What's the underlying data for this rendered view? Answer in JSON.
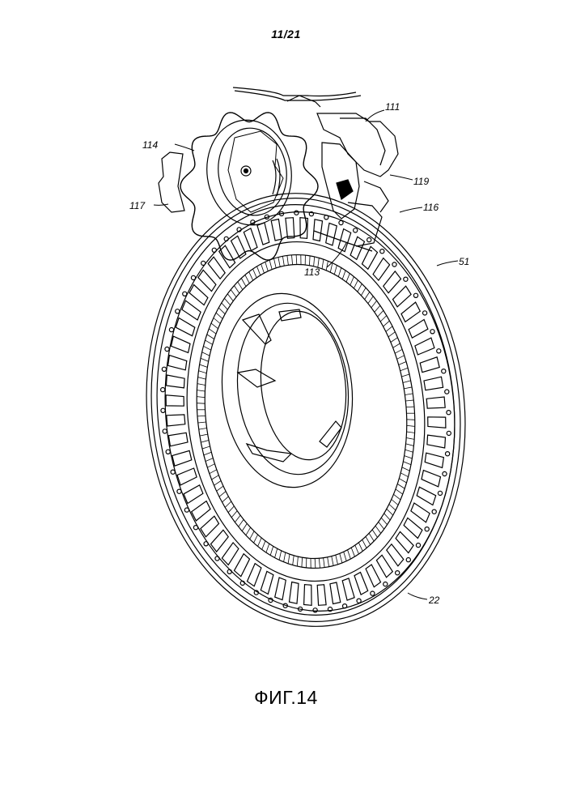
{
  "sheet": {
    "page_number": "11/21"
  },
  "figure": {
    "caption": "ФИГ.14"
  },
  "reference_labels": {
    "r111": "111",
    "r114": "114",
    "r119": "119",
    "r116": "116",
    "r117": "117",
    "r51": "51",
    "r113": "113",
    "r22": "22"
  }
}
